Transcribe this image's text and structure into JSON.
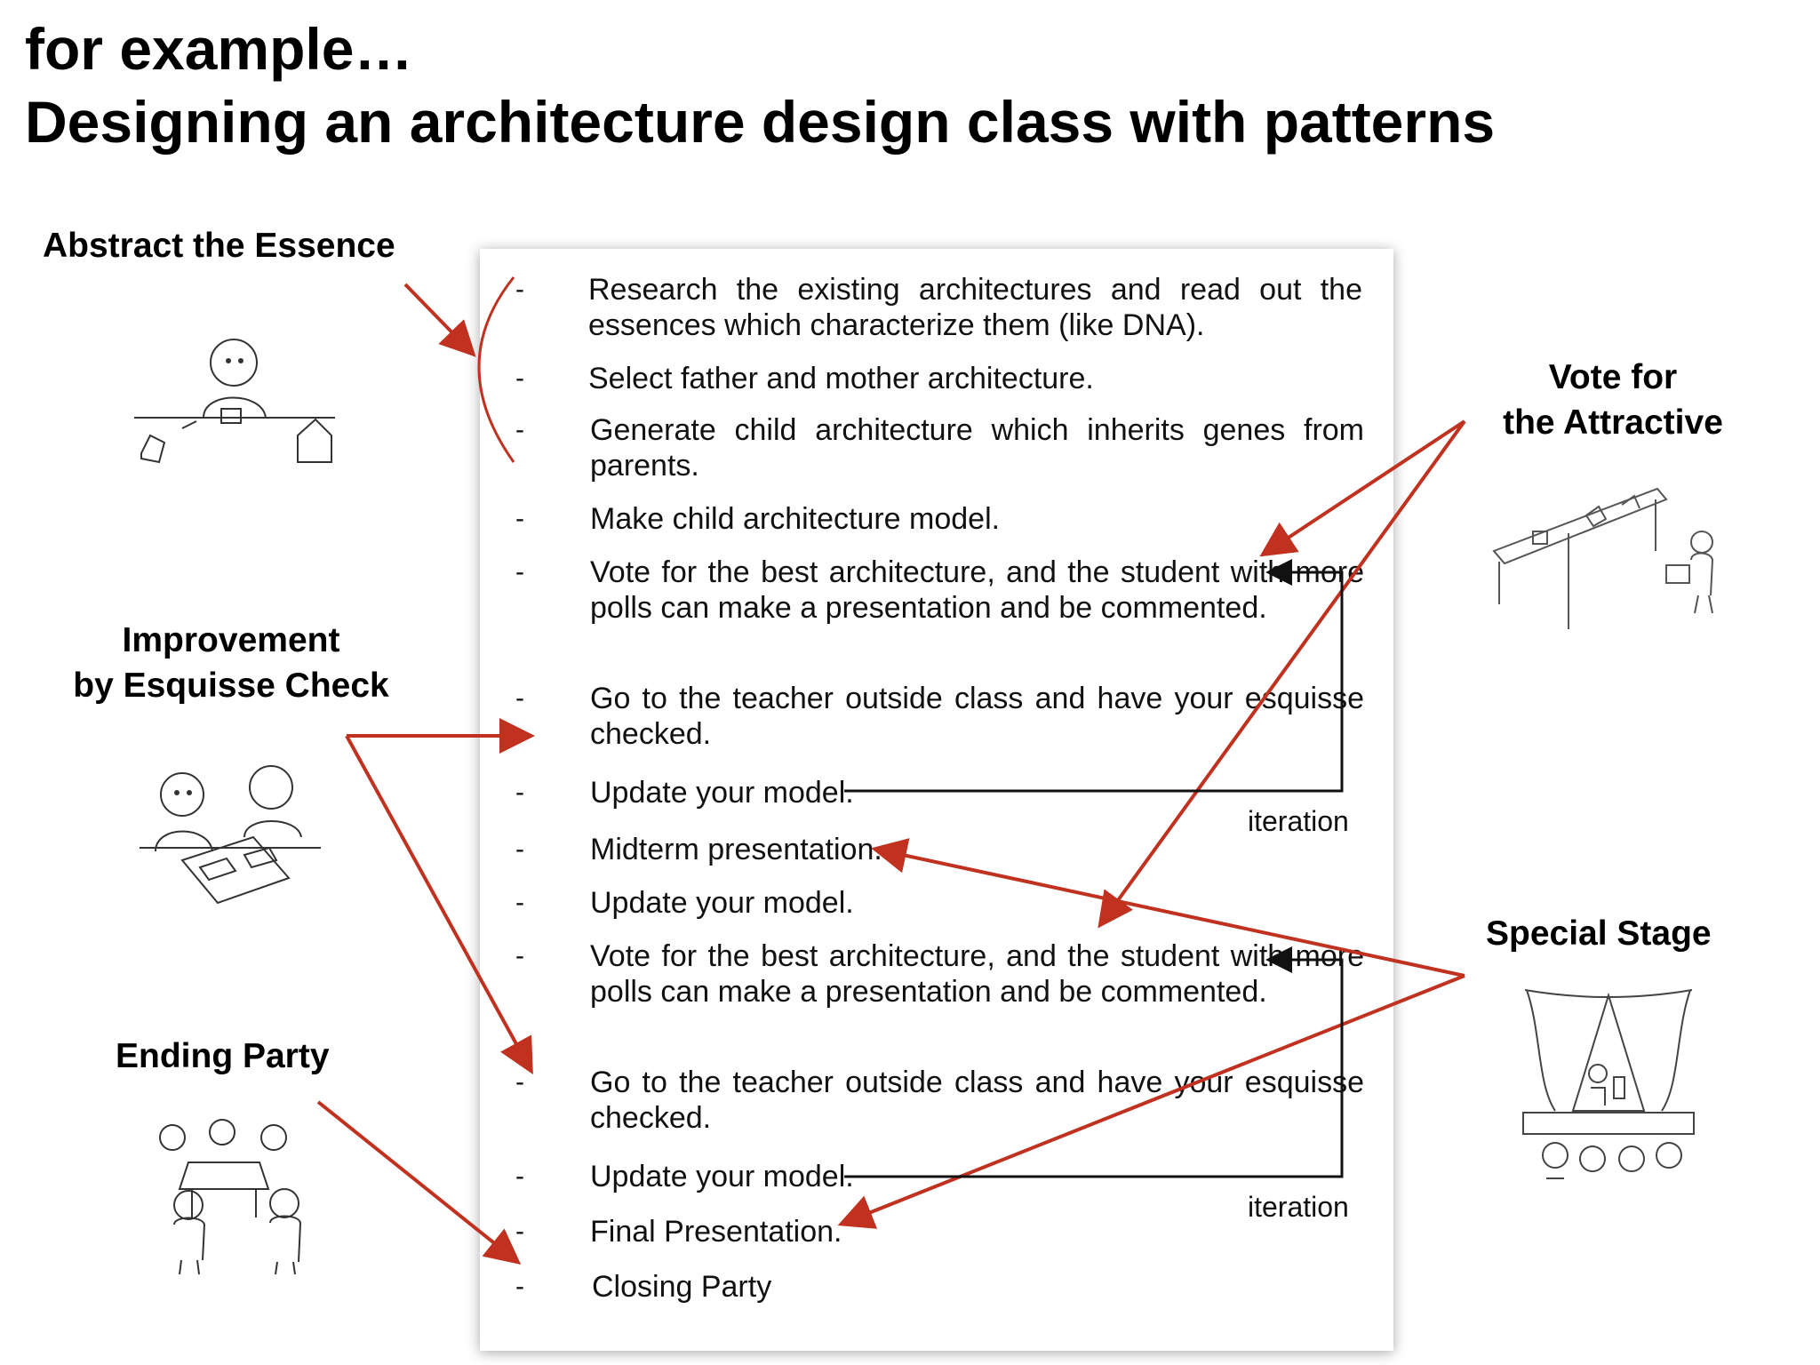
{
  "title": {
    "line1": "for example…",
    "line2": "Designing an architecture design class with patterns"
  },
  "patterns": {
    "abstract": "Abstract the Essence",
    "vote": [
      "Vote for",
      "the Attractive"
    ],
    "improvement": [
      "Improvement",
      "by Esquisse Check"
    ],
    "ending": "Ending Party",
    "special": "Special Stage"
  },
  "steps": [
    {
      "dash": "-",
      "text": "Research the existing architectures and read out the essences which characterize them (like DNA)."
    },
    {
      "dash": "-",
      "text": "Select father and mother architecture."
    },
    {
      "dash": "-",
      "text": "Generate child architecture which inherits genes from parents."
    },
    {
      "dash": "-",
      "text": "Make child architecture model."
    },
    {
      "dash": "-",
      "text": "Vote for the best architecture, and the student with more polls can make a presentation and be commented."
    },
    {
      "dash": "-",
      "text": "Go to the teacher outside class and have your esquisse checked."
    },
    {
      "dash": "-",
      "text": "Update your model."
    },
    {
      "dash": "-",
      "text": "Midterm presentation."
    },
    {
      "dash": "-",
      "text": "Update your model."
    },
    {
      "dash": "-",
      "text": "Vote for the best architecture, and the student with more polls can make a presentation and be commented."
    },
    {
      "dash": "-",
      "text": "Go to the teacher outside class and have your esquisse checked."
    },
    {
      "dash": "-",
      "text": "Update your model."
    },
    {
      "dash": "-",
      "text": "Final Presentation."
    },
    {
      "dash": "-",
      "text": "Closing Party"
    }
  ],
  "iteration_label": "iteration",
  "colors": {
    "arrow_red": "#c0311f",
    "loop_black": "#111111"
  }
}
